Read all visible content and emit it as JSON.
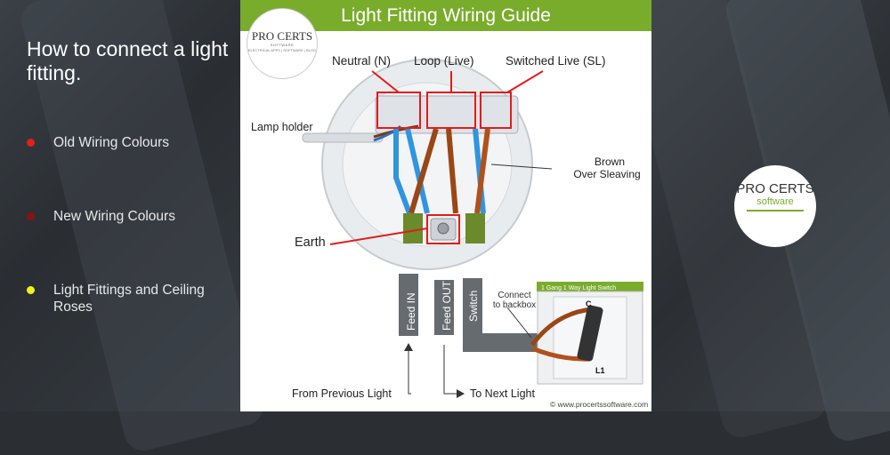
{
  "left": {
    "headline": "How to connect a light fitting.",
    "legend": [
      {
        "label": "Old Wiring Colours",
        "color": "#e81c1c"
      },
      {
        "label": "New Wiring Colours",
        "color": "#8b1010"
      },
      {
        "label": "Light Fittings and Ceiling Roses",
        "color": "#f2f21e"
      }
    ]
  },
  "panel": {
    "title": "Light Fitting Wiring Guide",
    "logo": {
      "name": "PRO CERTS",
      "sub": "SOFTWARE",
      "tagline": "ELECTRICAL APPS | SOFTWARE | BLOG"
    },
    "labels": {
      "neutral": "Neutral (N)",
      "loop": "Loop (Live)",
      "switched": "Switched Live (SL)",
      "lampholder": "Lamp holder",
      "brown": "Brown",
      "sleeving": "Over Sleaving",
      "earth": "Earth",
      "feed_in": "Feed IN",
      "feed_out": "Feed OUT",
      "switch": "Switch",
      "connect": "Connect",
      "to_backbox": "to backbox",
      "switch_title": "1 Gang 1 Way Light Switch",
      "switch_c": "C",
      "switch_l1": "L1",
      "from_prev": "From Previous Light",
      "to_next": "To Next Light",
      "copyright": "© www.procertssoftware.com"
    }
  },
  "badge": {
    "line1": "PRO CERTS",
    "line2": "software"
  }
}
